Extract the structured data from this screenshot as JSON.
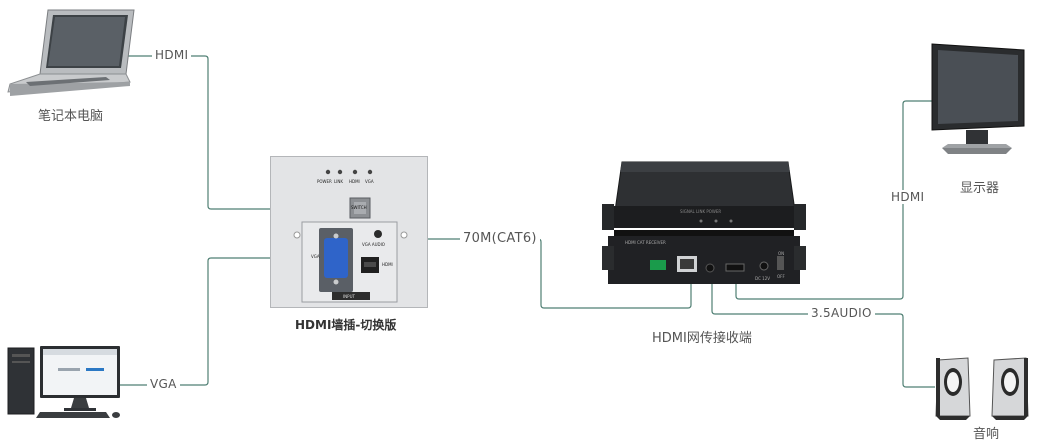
{
  "devices": {
    "laptop": "笔记本电脑",
    "wallplate": "HDMI墙插-切换版",
    "receiver": "HDMI网传接收端",
    "monitor": "显示器",
    "speakers": "音响"
  },
  "wallplate_panel": {
    "led_power": "POWER",
    "led_link": "LINK",
    "led_hdmi": "HDMI",
    "led_vga": "VGA",
    "switch": "SWITCH",
    "vga": "VGA",
    "vga_audio": "VGA AUDIO",
    "hdmi": "HDMI",
    "input": "INPUT"
  },
  "receiver_panel": {
    "front_text": "SIGNAL  LINK  POWER",
    "model": "HDMI CAT RECEIVER",
    "dc": "DC 12V",
    "on": "ON",
    "off": "OFF"
  },
  "connections": {
    "laptop_out": "HDMI",
    "pc_out": "VGA",
    "cable": "70M(CAT6)",
    "monitor_in": "HDMI",
    "audio": "3.5AUDIO"
  },
  "colors": {
    "wire": "#4f7f73",
    "label": "#555555"
  }
}
